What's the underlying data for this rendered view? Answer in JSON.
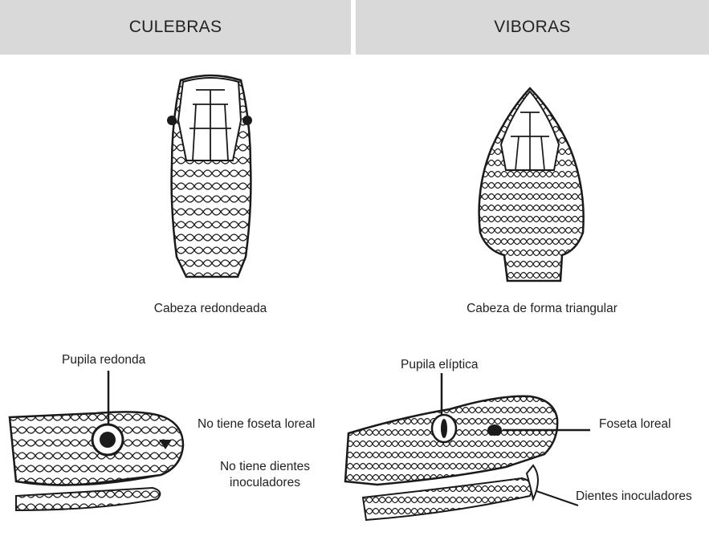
{
  "header": {
    "left_title": "CULEBRAS",
    "right_title": "VIBORAS"
  },
  "culebras": {
    "head_caption": "Cabeza redondeada",
    "pupil_label": "Pupila redonda",
    "loreal_label": "No tiene foseta loreal",
    "fangs_label_line1": "No tiene dientes",
    "fangs_label_line2": "inoculadores"
  },
  "viboras": {
    "head_caption": "Cabeza de forma triangular",
    "pupil_label": "Pupila elíptica",
    "loreal_label": "Foseta loreal",
    "fangs_label": "Dientes inoculadores"
  },
  "colors": {
    "header_bg": "#d9d9d9",
    "ink": "#1a1a1a"
  }
}
